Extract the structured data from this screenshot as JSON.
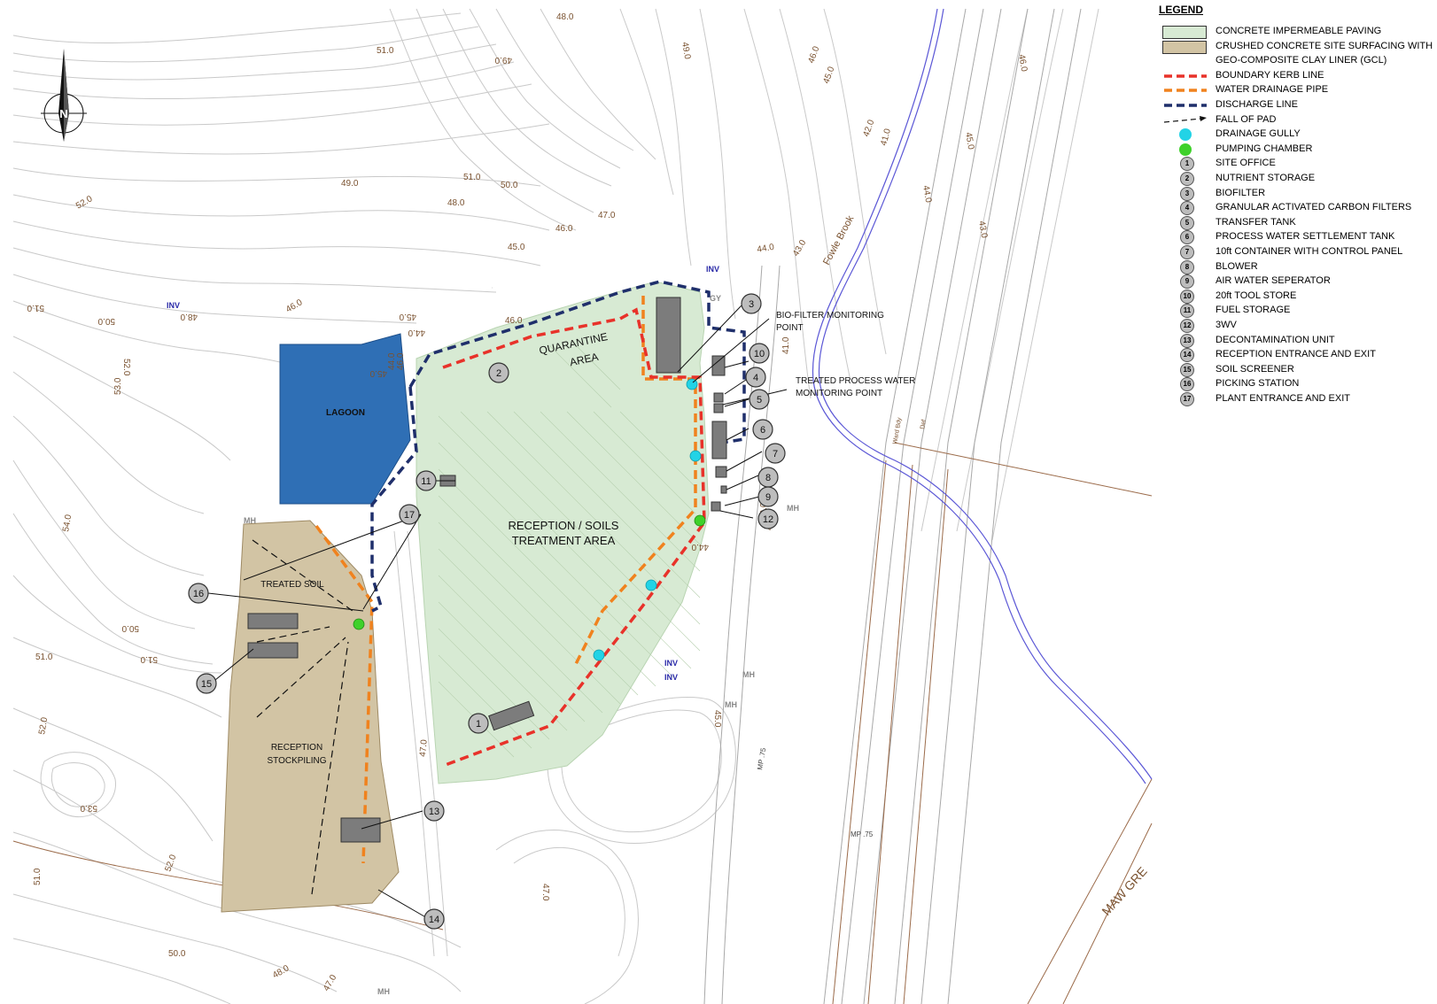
{
  "legend": {
    "title": "LEGEND",
    "items": [
      {
        "symbol": "green-fill",
        "label": "CONCRETE IMPERMEABLE PAVING"
      },
      {
        "symbol": "tan-fill",
        "label": "CRUSHED CONCRETE SITE SURFACING WITH"
      },
      {
        "symbol": "none",
        "label": "GEO-COMPOSITE CLAY LINER (GCL)"
      },
      {
        "symbol": "red-dash",
        "label": "BOUNDARY KERB LINE"
      },
      {
        "symbol": "orange-dash",
        "label": "WATER DRAINAGE PIPE"
      },
      {
        "symbol": "navy-dash",
        "label": "DISCHARGE LINE"
      },
      {
        "symbol": "arrow-dash",
        "label": "FALL OF PAD"
      },
      {
        "symbol": "cyan-dot",
        "label": "DRAINAGE GULLY"
      },
      {
        "symbol": "green-dot",
        "label": "PUMPING CHAMBER"
      },
      {
        "symbol": "1",
        "label": "SITE OFFICE"
      },
      {
        "symbol": "2",
        "label": "NUTRIENT STORAGE"
      },
      {
        "symbol": "3",
        "label": "BIOFILTER"
      },
      {
        "symbol": "4",
        "label": "GRANULAR ACTIVATED CARBON FILTERS"
      },
      {
        "symbol": "5",
        "label": "TRANSFER TANK"
      },
      {
        "symbol": "6",
        "label": "PROCESS WATER SETTLEMENT TANK"
      },
      {
        "symbol": "7",
        "label": "10ft CONTAINER WITH CONTROL PANEL"
      },
      {
        "symbol": "8",
        "label": "BLOWER"
      },
      {
        "symbol": "9",
        "label": "AIR WATER SEPERATOR"
      },
      {
        "symbol": "10",
        "label": "20ft TOOL STORE"
      },
      {
        "symbol": "11",
        "label": "FUEL STORAGE"
      },
      {
        "symbol": "12",
        "label": "3WV"
      },
      {
        "symbol": "13",
        "label": "DECONTAMINATION UNIT"
      },
      {
        "symbol": "14",
        "label": "RECEPTION ENTRANCE AND EXIT"
      },
      {
        "symbol": "15",
        "label": "SOIL SCREENER"
      },
      {
        "symbol": "16",
        "label": "PICKING STATION"
      },
      {
        "symbol": "17",
        "label": "PLANT ENTRANCE AND EXIT"
      }
    ]
  },
  "colors": {
    "paving": "#d7ead3",
    "surfacing": "#d2c4a4",
    "lagoon": "#2f6fb5",
    "boundary": "#e8322a",
    "drainage": "#f0821e",
    "discharge": "#1f2f6b",
    "gully": "#22d3e6",
    "pumping": "#3fd12b",
    "brook": "#5b57d6"
  },
  "areas": {
    "lagoon": "LAGOON",
    "quarantine_1": "QUARANTINE",
    "quarantine_2": "AREA",
    "reception_1": "RECEPTION / SOILS",
    "reception_2": "TREATMENT AREA",
    "treated_soil": "TREATED SOIL",
    "stockpile_1": "RECEPTION",
    "stockpile_2": "STOCKPILING"
  },
  "callouts": {
    "biofilter_1": "BIO-FILTER MONITORING",
    "biofilter_2": "POINT",
    "treated_water_1": "TREATED PROCESS WATER",
    "treated_water_2": "MONITORING POINT"
  },
  "badges": [
    "1",
    "2",
    "3",
    "4",
    "5",
    "6",
    "7",
    "8",
    "9",
    "10",
    "11",
    "12",
    "13",
    "14",
    "15",
    "16",
    "17"
  ],
  "north_label": "N",
  "map_text": {
    "fowle_brook": "Fowle Brook",
    "maw_green": "MAW GRE",
    "mp_1": "MP .75",
    "mp_2": "MP .75",
    "ward_bdy": "Ward Bdy",
    "def": "Def",
    "inv_1": "INV",
    "inv_2": "INV",
    "inv_3": "INV",
    "inv_4": "INV",
    "gy": "GY",
    "mh_1": "MH",
    "mh_2": "MH",
    "mh_3": "MH",
    "mh_4": "MH",
    "mh_5": "MH"
  },
  "contour_labels": [
    "48.0",
    "49.0",
    "51.0",
    "49.0",
    "46.0",
    "45.0",
    "44.0",
    "46.0",
    "49.0",
    "50.0",
    "51.0",
    "48.0",
    "47.0",
    "46.0",
    "45.0",
    "52.0",
    "51.0",
    "50.0",
    "48.0",
    "46.0",
    "44.0",
    "45.0",
    "52.0",
    "53.0",
    "54.0",
    "50.0",
    "51.0",
    "51.0",
    "52.0",
    "53.0",
    "52.0",
    "51.0",
    "50.0",
    "48.0",
    "47.0",
    "47.0",
    "45.0",
    "44.0",
    "42.0",
    "43.0",
    "41.0",
    "42.0",
    "43.0",
    "44.0",
    "45.0",
    "46.0",
    "45.0",
    "41.0",
    "44.0",
    "43.0",
    "46.0",
    "47.0"
  ]
}
